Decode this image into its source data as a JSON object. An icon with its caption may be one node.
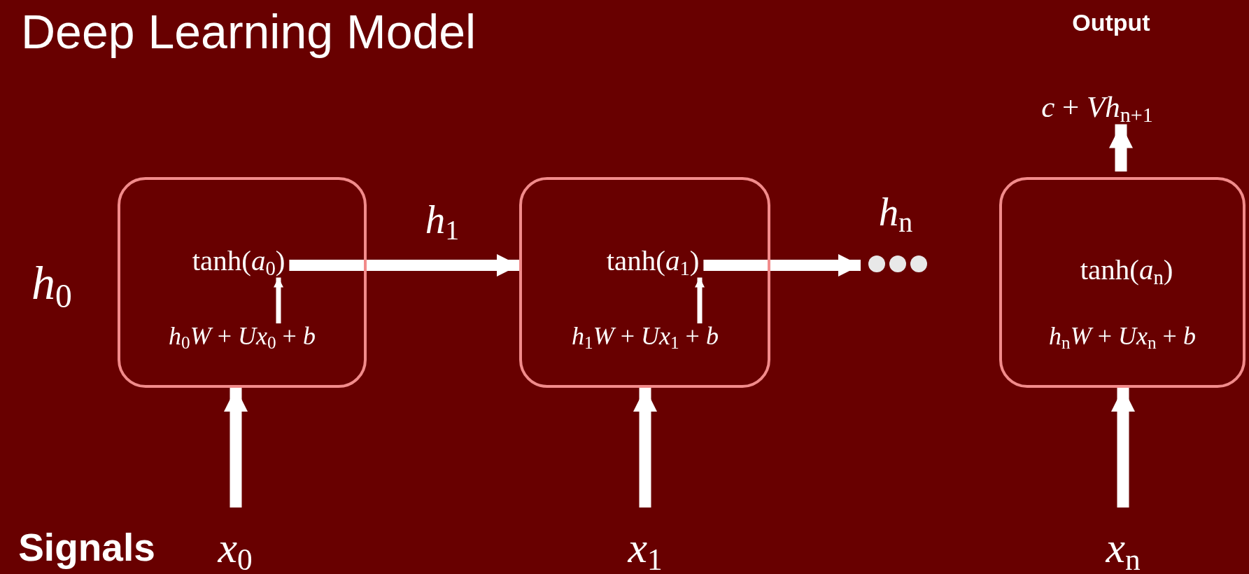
{
  "diagram": {
    "title": "Deep Learning Model",
    "nodes": [
      {
        "text": [],
        "shape": "box"
      },
      {
        "text": [
          "tanh(*a*$_{0}$)"
        ],
        "in": 0
      },
      {
        "text": [
          "*h*$_{0}$*W* + *Ux*$_{0}$ + *b*"
        ],
        "in": 0
      },
      {
        "text": [],
        "shape": "box"
      },
      {
        "text": [
          "tanh(*a*$_{1}$)"
        ],
        "in": 3
      },
      {
        "text": [
          "*h*$_{1}$*W* + *Ux*$_{1}$ + *b*"
        ],
        "in": 3
      },
      {
        "text": [],
        "shape": "dots"
      },
      {
        "text": [],
        "shape": "box"
      },
      {
        "text": [
          "tanh(*a*$_{n}$)"
        ],
        "in": 7
      },
      {
        "text": [
          "*h*$_{n}$*W* + *Ux*$_{n}$ + *b*"
        ],
        "in": 7
      },
      {
        "text": [
          "*c* + *Vh*$_{n+1}$"
        ]
      },
      {
        "text": [
          "*x*$_{0}$"
        ]
      },
      {
        "text": [
          "*x*$_{1}$"
        ]
      },
      {
        "text": [
          "*x*$_{n}$"
        ]
      }
    ],
    "edges": [
      {
        "from": 2,
        "to": 1,
        "arrow": "to"
      },
      {
        "from": 1,
        "to": 3,
        "arrow": "to",
        "label": "*h*$_{1}$"
      },
      {
        "from": 5,
        "to": 4,
        "arrow": "to"
      },
      {
        "from": 4,
        "to": 6,
        "arrow": "to",
        "label": "*h*$_{n}$"
      },
      {
        "from": 7,
        "to": 10,
        "arrow": "to"
      },
      {
        "from": 11,
        "to": 0,
        "arrow": "to"
      },
      {
        "from": 12,
        "to": 3,
        "arrow": "to"
      },
      {
        "from": 13,
        "to": 7,
        "arrow": "to"
      }
    ],
    "labels": [
      "Output",
      "*h*$_{0}$",
      "Signals"
    ]
  }
}
